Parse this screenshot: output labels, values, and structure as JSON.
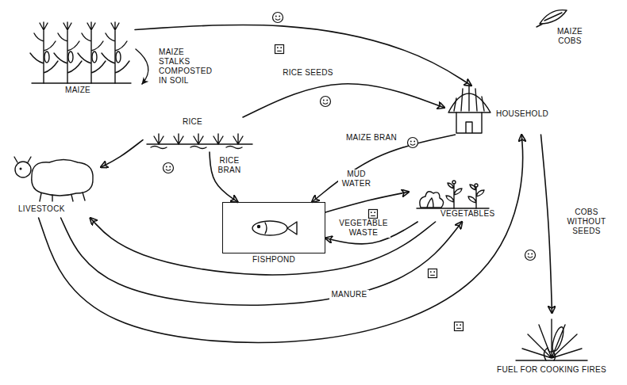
{
  "diagram": {
    "nodes": [
      {
        "text": [
          "MAIZE"
        ]
      },
      {
        "text": [
          "RICE"
        ]
      },
      {
        "text": [
          "HOUSEHOLD"
        ]
      },
      {
        "text": [
          "LIVESTOCK"
        ]
      },
      {
        "text": [
          "FISHPOND"
        ]
      },
      {
        "text": [
          "VEGETABLES"
        ]
      },
      {
        "text": [
          "FUEL FOR COOKING FIRES"
        ]
      }
    ],
    "edges": [
      {
        "from": 0,
        "to": 2,
        "arrow": "to",
        "label": "MAIZE COBS"
      },
      {
        "from": 1,
        "to": 2,
        "arrow": "to",
        "label": "RICE SEEDS"
      },
      {
        "from": 1,
        "to": 3,
        "arrow": "to"
      },
      {
        "from": 1,
        "to": 4,
        "arrow": "to",
        "label": "RICE BRAN"
      },
      {
        "from": 2,
        "to": 4,
        "arrow": "to",
        "label": "MAIZE BRAN"
      },
      {
        "from": 4,
        "to": 5,
        "arrow": "to",
        "label": "MUD WATER"
      },
      {
        "from": 5,
        "to": 4,
        "arrow": "to",
        "label": "VEGETABLE WASTE"
      },
      {
        "from": 5,
        "to": 3,
        "arrow": "to"
      },
      {
        "from": 3,
        "to": 5,
        "arrow": "to",
        "label": "MANURE"
      },
      {
        "from": 3,
        "to": 2,
        "arrow": "to"
      },
      {
        "from": 2,
        "to": 6,
        "arrow": "to",
        "label": "COBS WITHOUT SEEDS"
      }
    ],
    "labels": [
      "MAIZE STALKS COMPOSTED IN SOIL"
    ]
  }
}
